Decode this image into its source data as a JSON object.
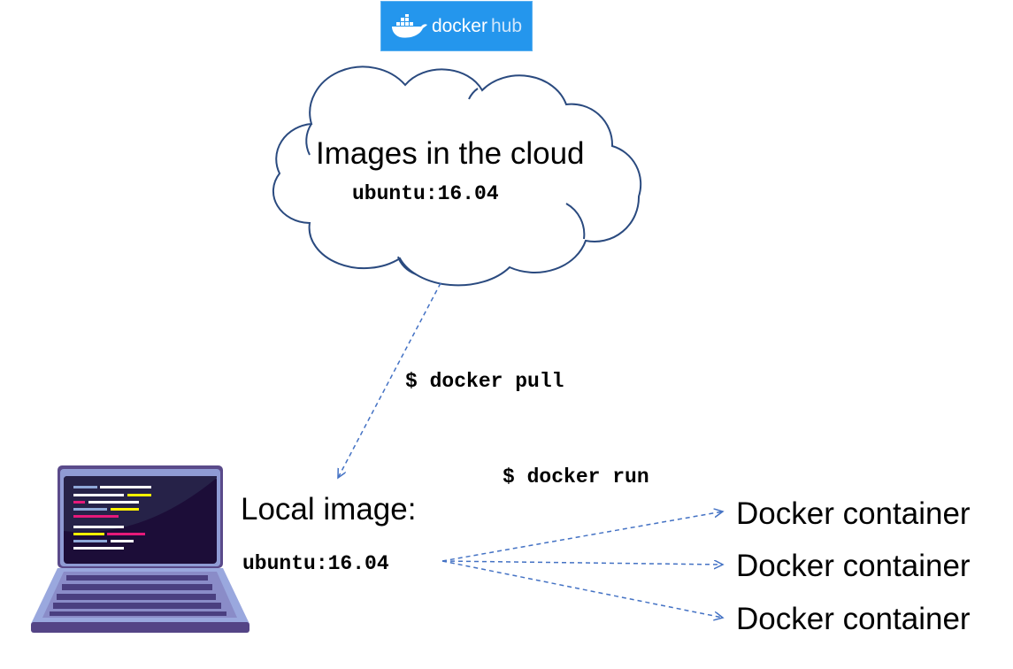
{
  "logo": {
    "word1": "docker",
    "word2": "hub",
    "color": "#2496ed"
  },
  "cloud": {
    "title": "Images in the cloud",
    "image": "ubuntu:16.04"
  },
  "pull_command": "$ docker pull",
  "run_command": "$ docker run",
  "local": {
    "title": "Local image:",
    "image": "ubuntu:16.04"
  },
  "containers": [
    "Docker container",
    "Docker container",
    "Docker container"
  ],
  "colors": {
    "cloud_stroke": "#2a4a7f",
    "arrow": "#4472c4"
  }
}
